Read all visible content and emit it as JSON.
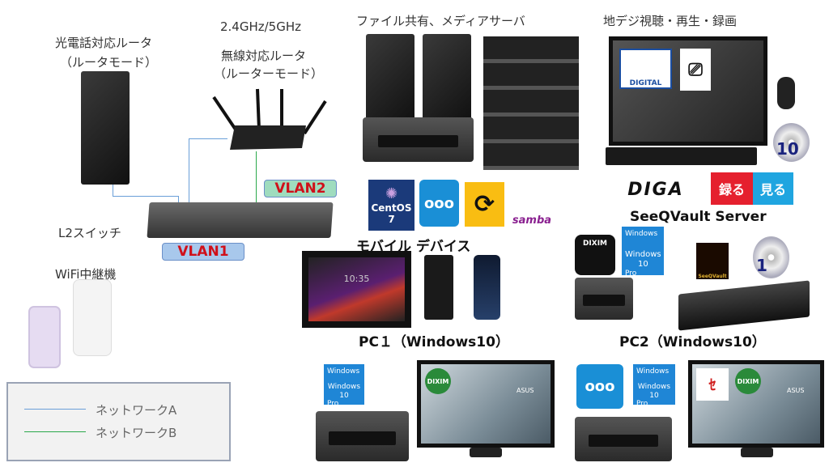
{
  "left": {
    "router1_title": "光電話対応ルータ",
    "router1_mode": "（ルータモード）",
    "router2_band": "2.4GHz/5GHz",
    "router2_title": "無線対応ルータ",
    "router2_mode": "（ルーターモード）",
    "switch_label": "L2スイッチ",
    "vlan1": "VLAN1",
    "vlan2": "VLAN2",
    "wifi_label": "WiFi中継機"
  },
  "legend": {
    "network_a": "ネットワークA",
    "network_b": "ネットワークB",
    "color_a": "#6a9fd8",
    "color_b": "#2aa84a"
  },
  "server": {
    "title": "ファイル共有、メディアサーバ",
    "logos": {
      "centos": "CentOS",
      "centos_ver": "7",
      "samba": "samba"
    }
  },
  "tv": {
    "title": "地デジ視聴・再生・録画",
    "digital": "DIGITAL",
    "disc10": "10",
    "diga": "DIGA",
    "rec": "録る",
    "watch": "見る",
    "seeqvault_server": "SeeQVault Server"
  },
  "mobile": {
    "title": "モバイル デバイス",
    "tablet_time": "10:35"
  },
  "pc1": {
    "title": "PC１（Windows10）"
  },
  "pc2": {
    "title": "PC2（Windows10）",
    "dixim": "DIXIM",
    "seeqvault": "SeeQVault",
    "disc1": "1"
  },
  "windows": {
    "small": "Windows",
    "name": "Windows 10",
    "edition": "Pro"
  },
  "monitor": {
    "brand": "ASUS",
    "dixim": "DIXIM"
  }
}
